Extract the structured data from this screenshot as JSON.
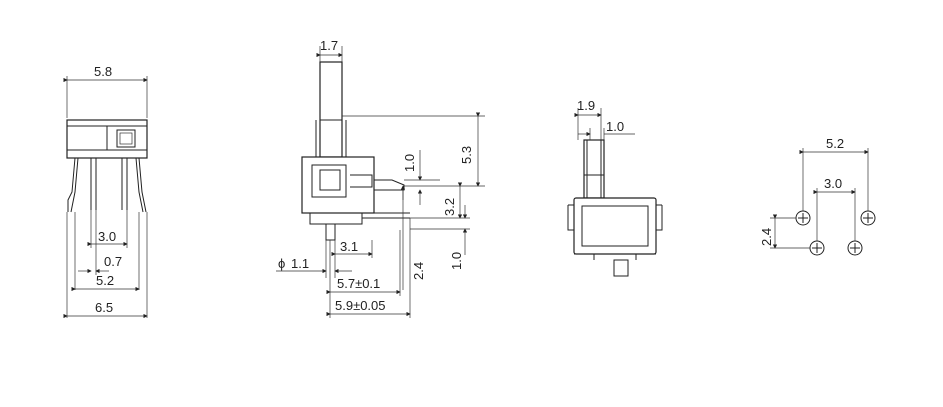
{
  "front_view": {
    "dim_top": "5.8",
    "dim_pin_pitch": "3.0",
    "dim_pin_width": "0.7",
    "dim_outer_pins": "5.2",
    "dim_overall": "6.5"
  },
  "side_view": {
    "dim_actuator_width": "1.7",
    "dim_actuator_height": "5.3",
    "dim_right_1": "1.0",
    "dim_right_2": "3.2",
    "dim_right_3": "1.0",
    "dim_vert_2_4": "2.4",
    "dim_phi_symbol": "ϕ",
    "dim_phi_value": "1.1",
    "dim_3_1": "3.1",
    "dim_5_7": "5.7±0.1",
    "dim_5_9": "5.9±0.05"
  },
  "end_view": {
    "dim_1_9": "1.9",
    "dim_1_0": "1.0"
  },
  "footprint": {
    "dim_5_2": "5.2",
    "dim_3_0": "3.0",
    "dim_2_4": "2.4"
  }
}
